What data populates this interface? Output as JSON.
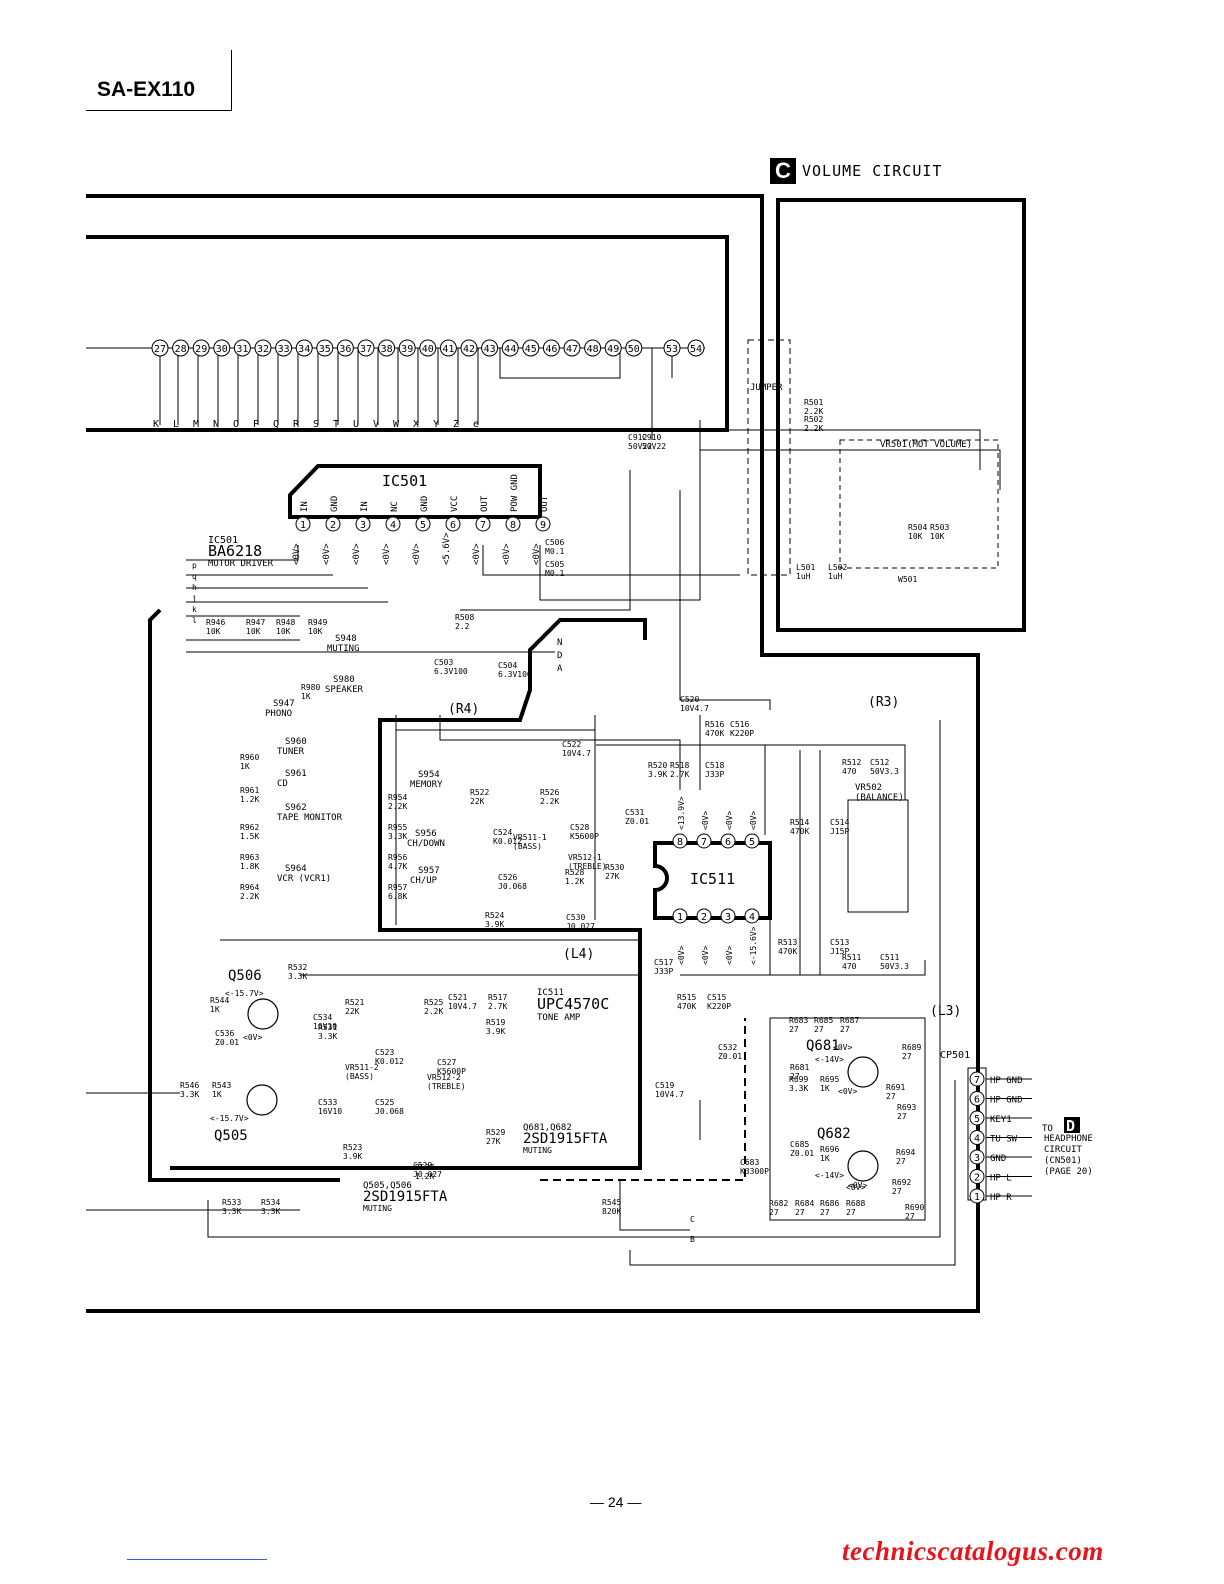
{
  "header": {
    "model": "SA-EX110"
  },
  "section": {
    "badge": "C",
    "title": "VOLUME CIRCUIT"
  },
  "page": {
    "number": "— 24 —"
  },
  "watermark": "technicscatalogus.com",
  "pins": [
    "27",
    "28",
    "29",
    "30",
    "31",
    "32",
    "33",
    "34",
    "35",
    "36",
    "37",
    "38",
    "39",
    "40",
    "41",
    "42",
    "43",
    "44",
    "45",
    "46",
    "47",
    "48",
    "49",
    "50",
    "53",
    "54"
  ],
  "segment_letters": [
    "K",
    "L",
    "M",
    "N",
    "O",
    "P",
    "Q",
    "R",
    "S",
    "T",
    "U",
    "V",
    "W",
    "X",
    "Y",
    "Z",
    "e"
  ],
  "ic501": {
    "name": "IC501",
    "part": "BA6218",
    "desc": "MOTOR DRIVER",
    "pin_names": [
      "IN",
      "GND",
      "IN",
      "NC",
      "GND",
      "VCC",
      "OUT",
      "POW GND",
      "OUT"
    ],
    "pin_voltages": [
      "<0V>",
      "<0V>",
      "<0V>",
      "<0V>",
      "<0V>",
      "<5.6V>",
      "<0V>",
      "<0V>",
      "<0V>"
    ],
    "pins": [
      "1",
      "2",
      "3",
      "4",
      "5",
      "6",
      "7",
      "8",
      "9"
    ]
  },
  "ic511": {
    "name": "IC511",
    "part": "UPC4570C",
    "desc": "TONE AMP",
    "top_pins": [
      "8",
      "7",
      "6",
      "5"
    ],
    "bottom_pins": [
      "1",
      "2",
      "3",
      "4"
    ],
    "top_voltages": [
      "<13.9V>",
      "<0V>",
      "<0V>",
      "<0V>"
    ],
    "bottom_voltages": [
      "<0V>",
      "<0V>",
      "<0V>",
      "<-15.6V>"
    ]
  },
  "jumper": "JUMPER",
  "vr501": "VR501(MOT VOLUME)",
  "vr502": "VR502\n(BALANCE)",
  "refs": {
    "r3": "(R3)",
    "r4": "(R4)",
    "l3": "(L3)",
    "l4": "(L4)"
  },
  "transistors": [
    {
      "name": "Q506",
      "note": "<-15.7V>"
    },
    {
      "name": "Q505",
      "note": "<-15.7V>"
    },
    {
      "name": "Q681",
      "note": "<0V>"
    },
    {
      "name": "Q682",
      "note": "<0V>"
    }
  ],
  "transistor_notes": [
    {
      "label": "Q505,Q506",
      "part": "2SD1915FTA",
      "desc": "MUTING"
    },
    {
      "label": "Q681,Q682",
      "part": "2SD1915FTA",
      "desc": "MUTING"
    }
  ],
  "switches": [
    {
      "id": "S948",
      "label": "MUTING"
    },
    {
      "id": "S980",
      "label": "SPEAKER"
    },
    {
      "id": "S947",
      "label": "PHONO"
    },
    {
      "id": "S960",
      "label": "TUNER"
    },
    {
      "id": "S961",
      "label": "CD"
    },
    {
      "id": "S962",
      "label": "TAPE MONITOR"
    },
    {
      "id": "S964",
      "label": "VCR (VCR1)"
    },
    {
      "id": "S954",
      "label": "MEMORY"
    },
    {
      "id": "S956",
      "label": "CH/DOWN"
    },
    {
      "id": "S957",
      "label": "CH/UP"
    }
  ],
  "components": [
    {
      "ref": "R501",
      "val": "2.2K"
    },
    {
      "ref": "R502",
      "val": "2.2K"
    },
    {
      "ref": "R504",
      "val": "10K"
    },
    {
      "ref": "R503",
      "val": "10K"
    },
    {
      "ref": "L501",
      "val": "1uH"
    },
    {
      "ref": "L502",
      "val": "1uH"
    },
    {
      "ref": "W501",
      "val": ""
    },
    {
      "ref": "C910",
      "val": "50V22"
    },
    {
      "ref": "C912",
      "val": "50V22"
    },
    {
      "ref": "C506",
      "val": "M0.1"
    },
    {
      "ref": "C505",
      "val": "M0.1"
    },
    {
      "ref": "R508",
      "val": "2.2"
    },
    {
      "ref": "C503",
      "val": "6.3V100"
    },
    {
      "ref": "C504",
      "val": "6.3V100"
    },
    {
      "ref": "R946",
      "val": "10K"
    },
    {
      "ref": "R947",
      "val": "10K"
    },
    {
      "ref": "R948",
      "val": "10K"
    },
    {
      "ref": "R949",
      "val": "10K"
    },
    {
      "ref": "R980",
      "val": "1K"
    },
    {
      "ref": "R960",
      "val": "1K"
    },
    {
      "ref": "R961",
      "val": "1.2K"
    },
    {
      "ref": "R962",
      "val": "1.5K"
    },
    {
      "ref": "R963",
      "val": "1.8K"
    },
    {
      "ref": "R964",
      "val": "2.2K"
    },
    {
      "ref": "R954",
      "val": "2.2K"
    },
    {
      "ref": "R955",
      "val": "3.3K"
    },
    {
      "ref": "R956",
      "val": "4.7K"
    },
    {
      "ref": "R957",
      "val": "6.8K"
    },
    {
      "ref": "R522",
      "val": "22K"
    },
    {
      "ref": "C522",
      "val": "10V4.7"
    },
    {
      "ref": "R526",
      "val": "2.2K"
    },
    {
      "ref": "C524",
      "val": "K0.012"
    },
    {
      "ref": "C528",
      "val": "K5600P"
    },
    {
      "ref": "C526",
      "val": "J0.068"
    },
    {
      "ref": "R524",
      "val": "3.9K"
    },
    {
      "ref": "R528",
      "val": "1.2K"
    },
    {
      "ref": "C530",
      "val": "J0.027"
    },
    {
      "ref": "R530",
      "val": "27K"
    },
    {
      "ref": "VR511-1",
      "val": "(BASS)"
    },
    {
      "ref": "VR512-1",
      "val": "(TREBLE)"
    },
    {
      "ref": "C531",
      "val": "Z0.01"
    },
    {
      "ref": "C520",
      "val": "10V4.7"
    },
    {
      "ref": "R516",
      "val": "470K"
    },
    {
      "ref": "C516",
      "val": "K220P"
    },
    {
      "ref": "R520",
      "val": "3.9K"
    },
    {
      "ref": "R518",
      "val": "2.7K"
    },
    {
      "ref": "C518",
      "val": "J33P"
    },
    {
      "ref": "R514",
      "val": "470K"
    },
    {
      "ref": "C514",
      "val": "J15P"
    },
    {
      "ref": "R512",
      "val": "470"
    },
    {
      "ref": "C512",
      "val": "50V3.3"
    },
    {
      "ref": "R513",
      "val": "470K"
    },
    {
      "ref": "C513",
      "val": "J15P"
    },
    {
      "ref": "R511",
      "val": "470"
    },
    {
      "ref": "C511",
      "val": "50V3.3"
    },
    {
      "ref": "C517",
      "val": "J33P"
    },
    {
      "ref": "R515",
      "val": "470K"
    },
    {
      "ref": "C515",
      "val": "K220P"
    },
    {
      "ref": "C532",
      "val": "Z0.01"
    },
    {
      "ref": "C519",
      "val": "10V4.7"
    },
    {
      "ref": "R532",
      "val": "3.3K"
    },
    {
      "ref": "C534",
      "val": "16V10"
    },
    {
      "ref": "R531",
      "val": "3.3K"
    },
    {
      "ref": "R544",
      "val": "1K"
    },
    {
      "ref": "C536",
      "val": "Z0.01"
    },
    {
      "ref": "R546",
      "val": "3.3K"
    },
    {
      "ref": "R543",
      "val": "1K"
    },
    {
      "ref": "C533",
      "val": "16V10"
    },
    {
      "ref": "R523",
      "val": "3.9K"
    },
    {
      "ref": "R521",
      "val": "22K"
    },
    {
      "ref": "R525",
      "val": "2.2K"
    },
    {
      "ref": "C521",
      "val": "10V4.7"
    },
    {
      "ref": "R517",
      "val": "2.7K"
    },
    {
      "ref": "R519",
      "val": "3.9K"
    },
    {
      "ref": "C523",
      "val": "K0.012"
    },
    {
      "ref": "C527",
      "val": "K5600P"
    },
    {
      "ref": "C525",
      "val": "J0.068"
    },
    {
      "ref": "R527",
      "val": "1.2K"
    },
    {
      "ref": "C529",
      "val": "J0.027"
    },
    {
      "ref": "R529",
      "val": "27K"
    },
    {
      "ref": "VR511-2",
      "val": "(BASS)"
    },
    {
      "ref": "VR512-2",
      "val": "(TREBLE)"
    },
    {
      "ref": "R533",
      "val": "3.3K"
    },
    {
      "ref": "R534",
      "val": "3.3K"
    },
    {
      "ref": "R545",
      "val": "820K"
    },
    {
      "ref": "R683",
      "val": "27"
    },
    {
      "ref": "R685",
      "val": "27"
    },
    {
      "ref": "R687",
      "val": "27"
    },
    {
      "ref": "R689",
      "val": "27"
    },
    {
      "ref": "R681",
      "val": "27"
    },
    {
      "ref": "R699",
      "val": "3.3K"
    },
    {
      "ref": "R695",
      "val": "1K"
    },
    {
      "ref": "R691",
      "val": "27"
    },
    {
      "ref": "R693",
      "val": "27"
    },
    {
      "ref": "C683",
      "val": "K3300P"
    },
    {
      "ref": "C685",
      "val": "Z0.01"
    },
    {
      "ref": "R696",
      "val": "1K"
    },
    {
      "ref": "R694",
      "val": "27"
    },
    {
      "ref": "R692",
      "val": "27"
    },
    {
      "ref": "R682",
      "val": "27"
    },
    {
      "ref": "R684",
      "val": "27"
    },
    {
      "ref": "R686",
      "val": "27"
    },
    {
      "ref": "R688",
      "val": "27"
    },
    {
      "ref": "R690",
      "val": "27"
    }
  ],
  "connector": {
    "name": "CP501",
    "pins": [
      "7",
      "6",
      "5",
      "4",
      "3",
      "2",
      "1"
    ],
    "labels": [
      "HP GND",
      "HP GND",
      "KEY1",
      "TU SW",
      "GND",
      "HP L",
      "HP R"
    ],
    "to_badge": "D",
    "to_text": [
      "TO",
      "HEADPHONE",
      "CIRCUIT",
      "(CN501)",
      "(PAGE 20)"
    ]
  },
  "motor_labels": [
    "N",
    "D",
    "A"
  ],
  "ic_side_labels": [
    "p",
    "q",
    "h",
    "j",
    "k",
    "l"
  ],
  "bus_labels": [
    "B",
    "C"
  ],
  "misc_labels": [
    "<-14V>",
    "<-14V>",
    "<0V>",
    "<0V>",
    "<0V>"
  ]
}
